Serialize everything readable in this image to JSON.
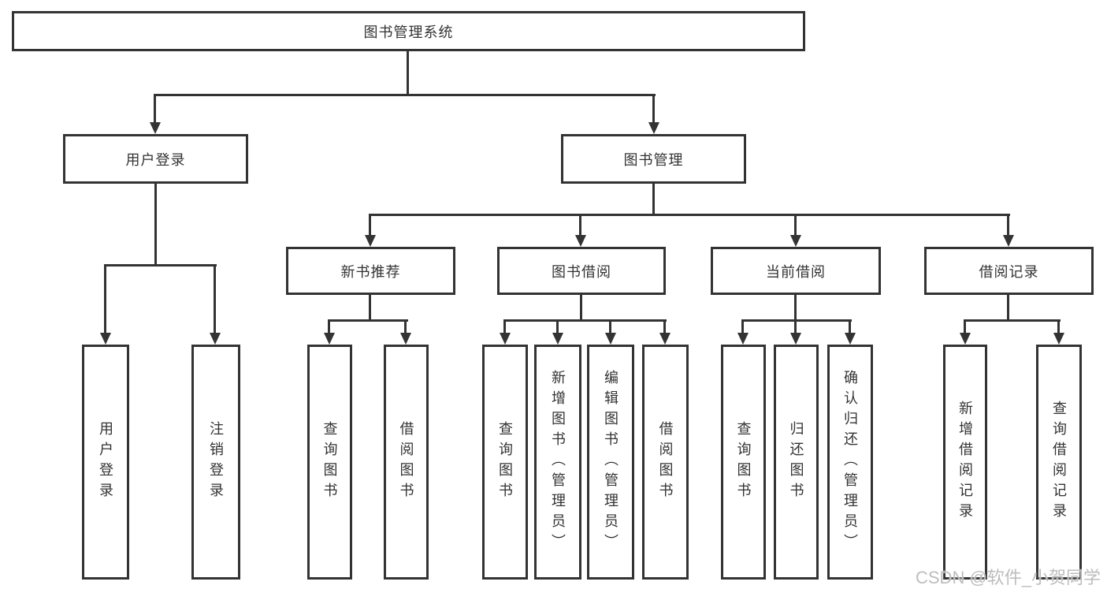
{
  "diagram": {
    "root": {
      "label": "图书管理系统"
    },
    "branches": [
      {
        "label": "用户登录",
        "children": [
          {
            "label": "用户登录"
          },
          {
            "label": "注销登录"
          }
        ]
      },
      {
        "label": "图书管理",
        "children": [
          {
            "label": "新书推荐",
            "children": [
              {
                "label": "查询图书"
              },
              {
                "label": "借阅图书"
              }
            ]
          },
          {
            "label": "图书借阅",
            "children": [
              {
                "label": "查询图书"
              },
              {
                "label": "新增图书（管理员）"
              },
              {
                "label": "编辑图书（管理员）"
              },
              {
                "label": "借阅图书"
              }
            ]
          },
          {
            "label": "当前借阅",
            "children": [
              {
                "label": "查询图书"
              },
              {
                "label": "归还图书"
              },
              {
                "label": "确认归还（管理员）"
              }
            ]
          },
          {
            "label": "借阅记录",
            "children": [
              {
                "label": "新增借阅记录"
              },
              {
                "label": "查询借阅记录"
              }
            ]
          }
        ]
      }
    ]
  },
  "watermark": {
    "text": "CSDN @软件_小贺同学"
  },
  "colors": {
    "line": "#333333",
    "text": "#333333",
    "background": "#ffffff",
    "watermark": "#bdbdbd"
  }
}
